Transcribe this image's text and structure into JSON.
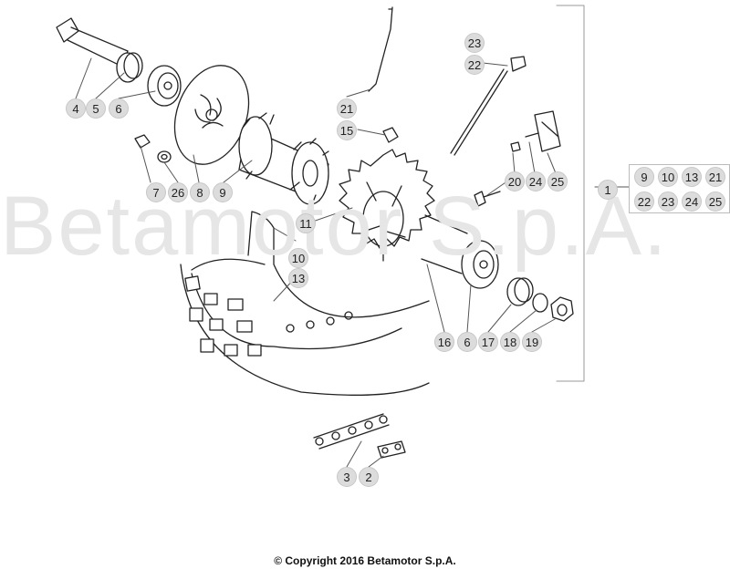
{
  "watermark": "Betamotor S.p.A.",
  "copyright": "© Copyright 2016 Betamotor S.p.A.",
  "callouts": {
    "c23": "23",
    "c22": "22",
    "c21": "21",
    "c15": "15",
    "c4": "4",
    "c5": "5",
    "c6a": "6",
    "c7": "7",
    "c26": "26",
    "c8": "8",
    "c9": "9",
    "c20": "20",
    "c24": "24",
    "c25": "25",
    "c1": "1",
    "c11": "11",
    "c10": "10",
    "c13": "13",
    "c16": "16",
    "c6b": "6",
    "c17": "17",
    "c18": "18",
    "c19": "19",
    "c3": "3",
    "c2": "2"
  },
  "kit": [
    "9",
    "10",
    "13",
    "21",
    "22",
    "23",
    "24",
    "25"
  ],
  "colors": {
    "callout_fill": "#dcdcdc",
    "line": "#222222",
    "leader": "#555555"
  }
}
